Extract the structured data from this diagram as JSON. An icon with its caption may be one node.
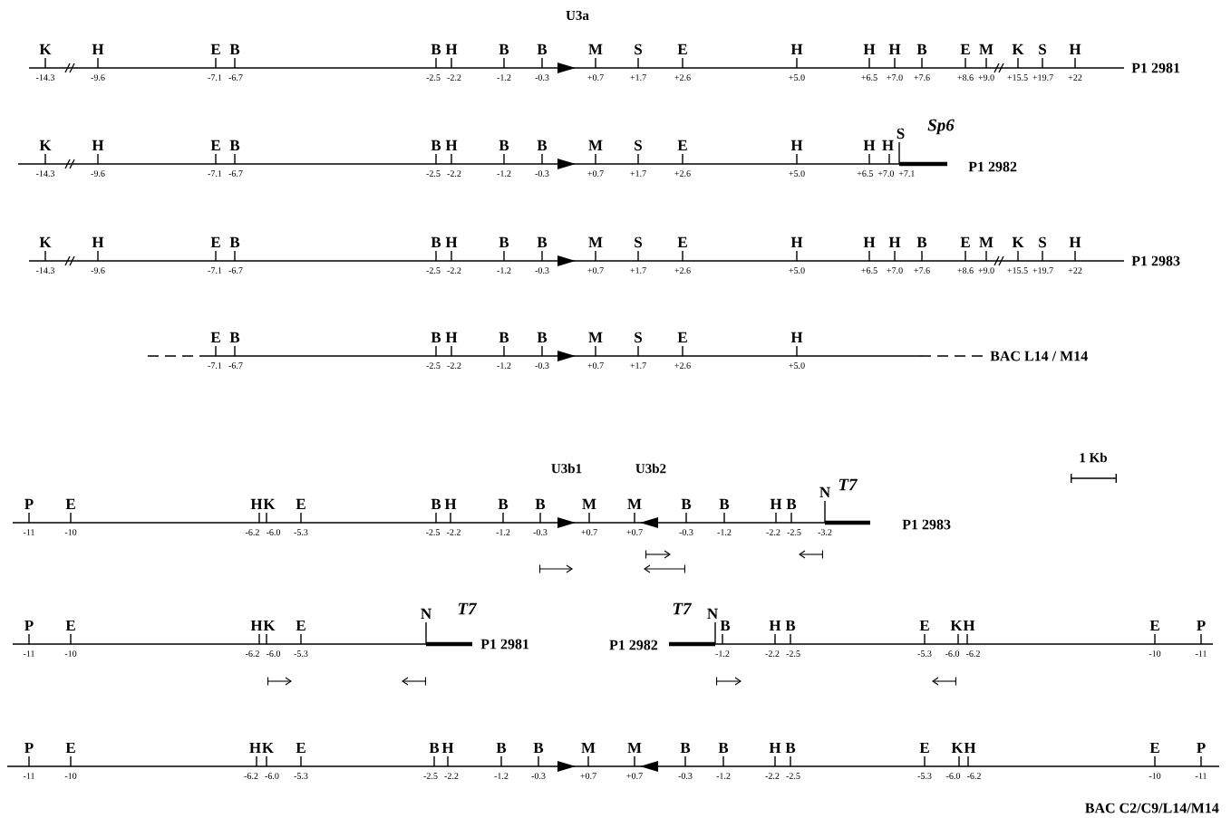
{
  "diagram": {
    "labels": [
      "U3a",
      "K",
      "H",
      "E",
      "B",
      "B",
      "H",
      "B",
      "B",
      "M",
      "S",
      "E",
      "H",
      "H",
      "H",
      "B",
      "E",
      "M",
      "K",
      "S",
      "H",
      "-14.3",
      "-9.6",
      "-7.1",
      "-6.7",
      "-2.5",
      "-2.2",
      "-1.2",
      "-0.3",
      "+0.7",
      "+1.7",
      "+2.6",
      "+5.0",
      "+6.5",
      "+7.0",
      "+7.6",
      "+8.6",
      "+9.0",
      "+15.5",
      "+19.7",
      "+22",
      "P1 2981",
      "Sp6",
      "K",
      "H",
      "E",
      "B",
      "B",
      "H",
      "B",
      "B",
      "M",
      "S",
      "E",
      "H",
      "H",
      "H",
      "S",
      "-14.3",
      "-9.6",
      "-7.1",
      "-6.7",
      "-2.5",
      "-2.2",
      "-1.2",
      "-0.3",
      "+0.7",
      "+1.7",
      "+2.6",
      "+5.0",
      "+6.5",
      "+7.0",
      "+7.1",
      "P1 2982",
      "K",
      "H",
      "E",
      "B",
      "B",
      "H",
      "B",
      "B",
      "M",
      "S",
      "E",
      "H",
      "H",
      "H",
      "B",
      "E",
      "M",
      "K",
      "S",
      "H",
      "-14.3",
      "-9.6",
      "-7.1",
      "-6.7",
      "-2.5",
      "-2.2",
      "-1.2",
      "-0.3",
      "+0.7",
      "+1.7",
      "+2.6",
      "+5.0",
      "+6.5",
      "+7.0",
      "+7.6",
      "+8.6",
      "+9.0",
      "+15.5",
      "+19.7",
      "+22",
      "P1 2983",
      "E",
      "B",
      "B",
      "H",
      "B",
      "B",
      "M",
      "S",
      "E",
      "H",
      "-7.1",
      "-6.7",
      "-2.5",
      "-2.2",
      "-1.2",
      "-0.3",
      "+0.7",
      "+1.7",
      "+2.6",
      "+5.0",
      "BAC L14 / M14",
      "U3b1",
      "U3b2",
      "1 Kb",
      "T7",
      "P",
      "E",
      "H",
      "K",
      "E",
      "B",
      "H",
      "B",
      "B",
      "M",
      "M",
      "B",
      "B",
      "H",
      "B",
      "N",
      "-11",
      "-10",
      "-6.2",
      "-6.0",
      "-5.3",
      "-2.5",
      "-2.2",
      "-1.2",
      "-0.3",
      "+0.7",
      "+0.7",
      "-0.3",
      "-1.2",
      "-2.2",
      "-2.5",
      "-3.2",
      "P1 2983",
      "T7",
      "P",
      "E",
      "H",
      "K",
      "E",
      "N",
      "-11",
      "-10",
      "-6.2",
      "-6.0",
      "-5.3",
      "P1 2981",
      "T7",
      "N",
      "B",
      "H",
      "B",
      "E",
      "K",
      "H",
      "E",
      "P",
      "-1.2",
      "-2.2",
      "-2.5",
      "-5.3",
      "-6.0",
      "-6.2",
      "-10",
      "-11",
      "P1 2982",
      "P",
      "E",
      "H",
      "K",
      "E",
      "B",
      "H",
      "B",
      "B",
      "M",
      "M",
      "B",
      "B",
      "H",
      "B",
      "E",
      "K",
      "H",
      "E",
      "P",
      "-11",
      "-10",
      "-6.2",
      "-6.0",
      "-5.3",
      "-2.5",
      "-2.2",
      "-1.2",
      "-0.3",
      "+0.7",
      "+0.7",
      "-0.3",
      "-1.2",
      "-2.2",
      "-2.5",
      "-5.3",
      "-6.0",
      "-6.2",
      "-10",
      "-11",
      "BAC C2/C9/L14/M14"
    ]
  }
}
